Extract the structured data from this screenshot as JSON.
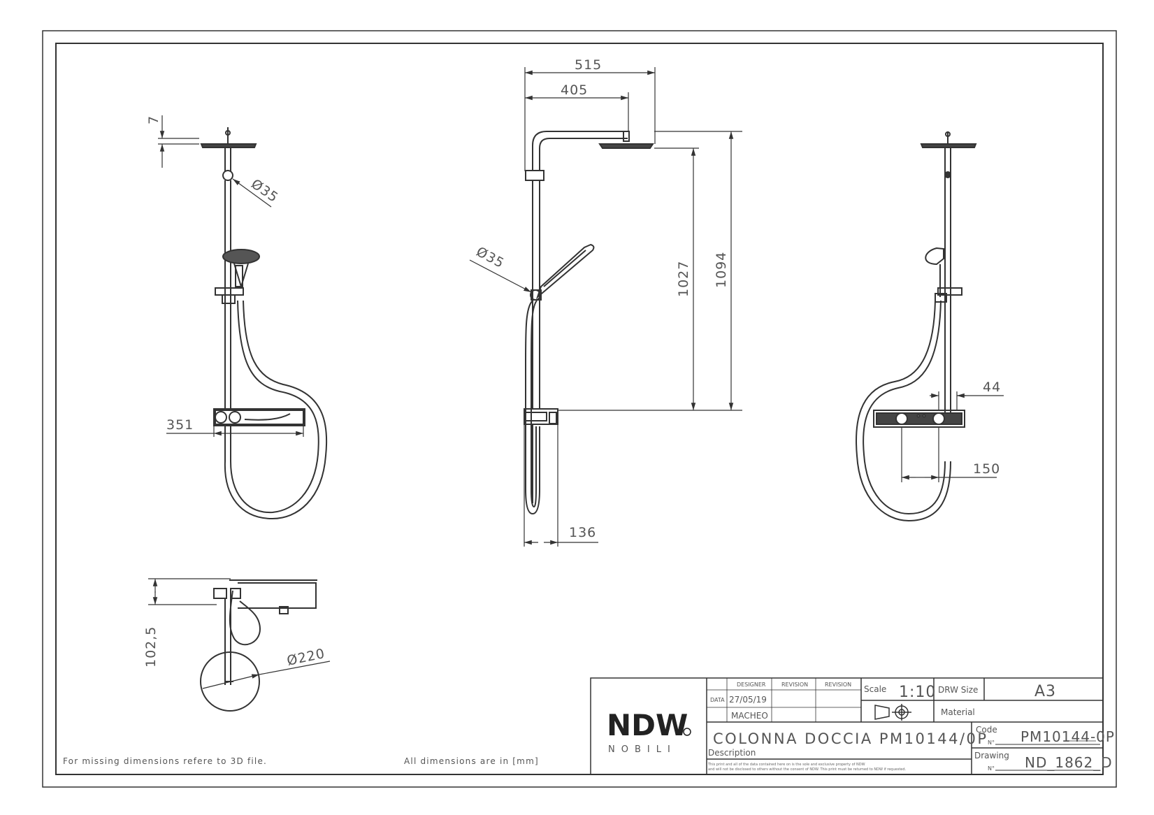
{
  "drawing": {
    "left_view": {
      "dims": [
        "7",
        "Ø35",
        "351"
      ]
    },
    "side_view": {
      "dims": [
        "515",
        "405",
        "Ø35",
        "1027",
        "1094",
        "136"
      ]
    },
    "back_view": {
      "dims": [
        "44",
        "150"
      ]
    },
    "top_view": {
      "dims": [
        "102,5",
        "Ø220"
      ]
    }
  },
  "notes": {
    "left": "For missing dimensions refere to 3D file.",
    "right": "All dimensions are in [mm]"
  },
  "title_block": {
    "logo": "NDW",
    "logo_sub": "NOBILI",
    "headers": {
      "designer": "DESIGNER",
      "revision1": "REVISION",
      "revision2": "REVISION"
    },
    "date_label": "DATA",
    "date": "27/05/19",
    "designer_name": "MACHEO",
    "scale_label": "Scale",
    "scale_value": "1:10",
    "drw_size_label": "DRW Size",
    "drw_size_value": "A3",
    "material_label": "Material",
    "description_value": "COLONNA DOCCIA PM10144/0P",
    "description_label": "Description",
    "code_label": "Code",
    "code_no": "N°",
    "code_value": "PM10144-0P",
    "drawing_label": "Drawing",
    "drawing_no": "N°",
    "drawing_value": "ND_1862_D",
    "legal_1": "This print and all of the data contained here on is the sole and exclusive property of NDW",
    "legal_2": "and will not be disclosed to others without the consent of NDW. This print must be returned to NDW if requested."
  }
}
